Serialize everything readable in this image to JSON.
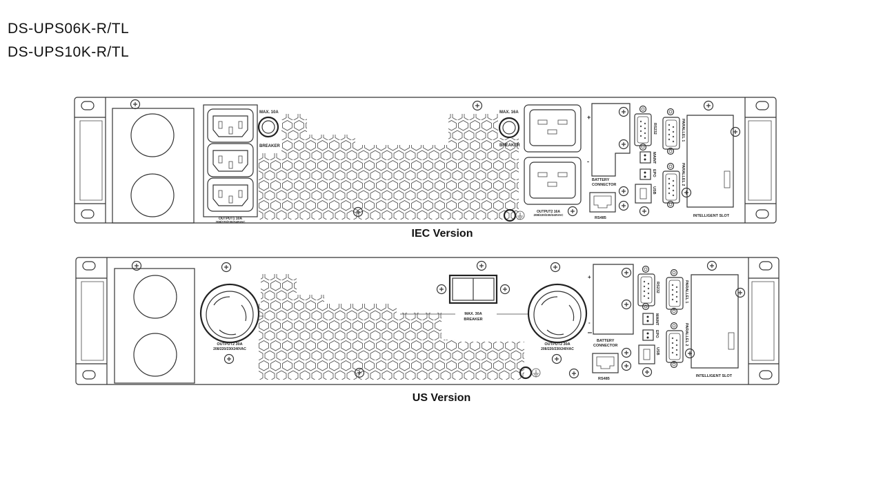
{
  "models": [
    "DS-UPS06K-R/TL",
    "DS-UPS10K-R/TL"
  ],
  "iec": {
    "caption": "IEC Version",
    "breaker1_max": "MAX. 10A",
    "breaker2_max": "MAX. 16A",
    "breaker_label": "BREAKER",
    "output1_line1": "OUTPUT1 10A",
    "output1_line2": "208/220/230/240VAC",
    "output2_line1": "OUTPUT2 16A",
    "output2_line2": "208/220/230/240VAC",
    "battery_line1": "BATTERY",
    "battery_line2": "CONNECTOR",
    "rs232": "RS232",
    "rs485": "RS485",
    "usb": "USB",
    "maint": "MAINT",
    "epo": "EPO",
    "parallel1": "PARALLEL 1",
    "parallel2": "PARALLEL 2",
    "slot": "INTELLIGENT SLOT",
    "plus": "+",
    "minus": "-"
  },
  "us": {
    "caption": "US Version",
    "breaker_max": "MAX. 30A",
    "breaker_label": "BREAKER",
    "output_left_line1": "OUTPUT2 30A",
    "output_left_line2": "208/220/230/240VAC",
    "output_right_line1": "OUTPUT2 30A",
    "output_right_line2": "208/220/230/240VAC",
    "battery_line1": "BATTERY",
    "battery_line2": "CONNECTOR",
    "rs232": "RS232",
    "rs485": "RS485",
    "usb": "USB",
    "maint": "MAINT",
    "epo": "EPO",
    "parallel1": "PARALLEL 1",
    "parallel2": "PARALLEL 2",
    "slot": "INTELLIGENT SLOT",
    "plus": "+",
    "minus": "-"
  }
}
